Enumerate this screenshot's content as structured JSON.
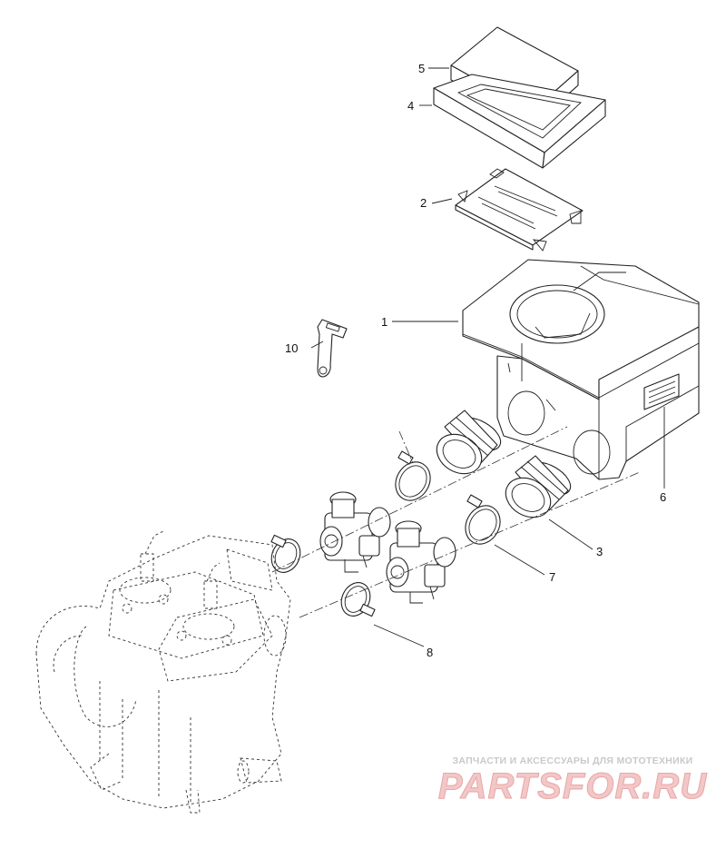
{
  "callouts": {
    "c1": "1",
    "c2": "2",
    "c3": "3",
    "c4": "4",
    "c5": "5",
    "c6": "6",
    "c7": "7",
    "c8": "8",
    "c10": "10"
  },
  "watermark": {
    "tagline": "ЗАПЧАСТИ И АКСЕССУАРЫ ДЛЯ МОТОТЕХНИКИ",
    "logo": "PARTSFOR.RU"
  }
}
